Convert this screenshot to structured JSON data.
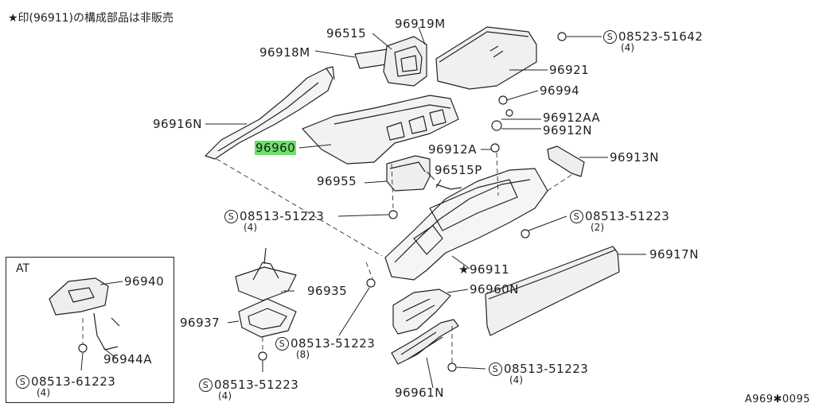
{
  "note": "★印(96911)の構成部品は非販売",
  "diagram_code": "A969✱0095",
  "inset_title": "AT",
  "labels": {
    "p96515": "96515",
    "p96919M": "96919M",
    "p96918M": "96918M",
    "p96921": "96921",
    "p96994": "96994",
    "p96912AA": "96912AA",
    "p96912N": "96912N",
    "p96916N": "96916N",
    "p96960": "96960",
    "p96912A": "96912A",
    "p96913N": "96913N",
    "p96955": "96955",
    "p96515P": "96515P",
    "p96911": "96911",
    "p96917N": "96917N",
    "p96935": "96935",
    "p96960N": "96960N",
    "p96937": "96937",
    "p96961N": "96961N",
    "p96940": "96940",
    "p96944A": "96944A"
  },
  "bolts": {
    "b1": {
      "number": "08523-51642",
      "qty": "(4)"
    },
    "b2": {
      "number": "08513-51223",
      "qty": "(4)"
    },
    "b3": {
      "number": "08513-51223",
      "qty": "(2)"
    },
    "b4": {
      "number": "08513-51223",
      "qty": "(8)"
    },
    "b5": {
      "number": "08513-51223",
      "qty": "(4)"
    },
    "b6": {
      "number": "08513-51223",
      "qty": "(4)"
    },
    "b7": {
      "number": "08513-61223",
      "qty": "(4)"
    }
  },
  "symbols": {
    "star": "★",
    "screw": "S"
  },
  "highlight_color": "#6ee06a"
}
